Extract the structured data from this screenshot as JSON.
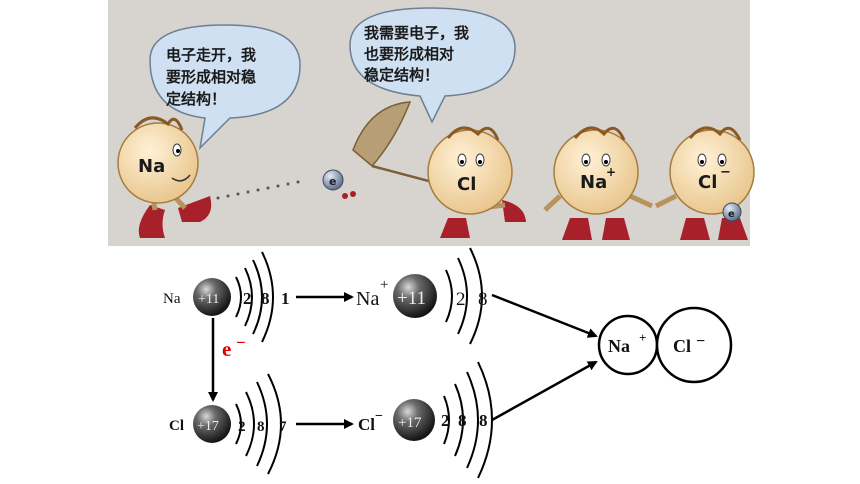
{
  "cartoon": {
    "bubble_left": [
      "电子走开，我",
      "要形成相对稳",
      "定结构！"
    ],
    "bubble_right": [
      "我需要电子，我",
      "也要形成相对",
      "稳定结构！"
    ],
    "char_na": "Na",
    "char_cl": "Cl",
    "char_na_ion": "Na",
    "char_na_ion_sup": "+",
    "char_cl_ion": "Cl",
    "char_cl_ion_sup": "−",
    "electron_label": "e",
    "electron_label2": "e"
  },
  "diagram": {
    "na_atom": {
      "symbol": "Na",
      "nucleus": "+11",
      "shells": [
        "2",
        "8",
        "1"
      ]
    },
    "na_ion": {
      "symbol": "Na",
      "charge": "+",
      "nucleus": "+11",
      "shells": [
        "2",
        "8"
      ]
    },
    "cl_atom": {
      "symbol": "Cl",
      "nucleus": "+17",
      "shells": [
        "2",
        "8",
        "7"
      ]
    },
    "cl_ion": {
      "symbol": "Cl",
      "charge": "−",
      "nucleus": "+17",
      "shells": [
        "2",
        "8",
        "8"
      ]
    },
    "electron_transfer": {
      "label": "e",
      "sup": "−"
    },
    "product": {
      "cation": "Na",
      "cation_sup": "+",
      "anion": "Cl",
      "anion_sup": "−"
    }
  },
  "colors": {
    "cartoon_bg": "#d7d4cf",
    "bubble": "#cfe0f2",
    "skin": "#f5dcb0",
    "shoe": "#a8202a",
    "electron_label": "#e00000",
    "nucleus": "#333333"
  }
}
